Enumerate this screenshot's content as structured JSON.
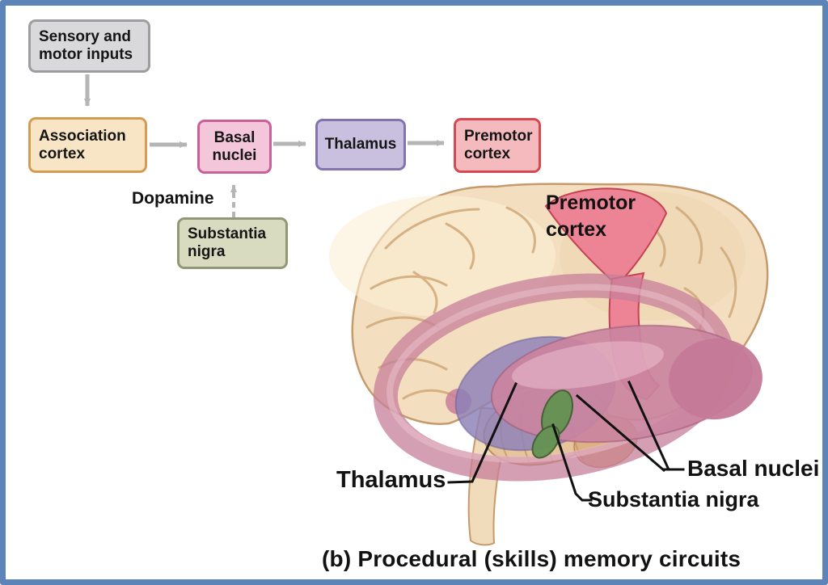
{
  "flowchart": {
    "boxes": [
      {
        "label": "Sensory and motor inputs",
        "fill": "#d9d9db",
        "border": "#9d9d9f"
      },
      {
        "label": "Association cortex",
        "fill": "#f7e5c5",
        "border": "#d49b53"
      },
      {
        "label": "Basal nuclei",
        "fill": "#f4c6da",
        "border": "#ca6098"
      },
      {
        "label": "Thalamus",
        "fill": "#c9c0e0",
        "border": "#8374ae"
      },
      {
        "label": "Premotor cortex",
        "fill": "#f5babd",
        "border": "#d44a50"
      },
      {
        "label": "Substantia nigra",
        "fill": "#d9dbc0",
        "border": "#909875"
      }
    ],
    "dopamine_label": "Dopamine",
    "arrow_color": "#b5b5b5"
  },
  "brain_labels": {
    "premotor": "Premotor cortex",
    "thalamus": "Thalamus",
    "basal": "Basal nuclei",
    "substantia": "Substantia nigra"
  },
  "brain_colors": {
    "cortex": "#f3dfc0",
    "cortex_outline": "#c59a6d",
    "gyri": "#cfa878",
    "circuit_ring": "#c77f9a",
    "basal_nuclei": "#ca84a0",
    "thalamus": "#8c80b8",
    "substantia_nigra": "#649253",
    "premotor_strip": "#ec8094",
    "brainstem": "#e6c49c"
  },
  "caption": "(b) Procedural (skills) memory circuits",
  "frame_border_color": "#5d84b8"
}
